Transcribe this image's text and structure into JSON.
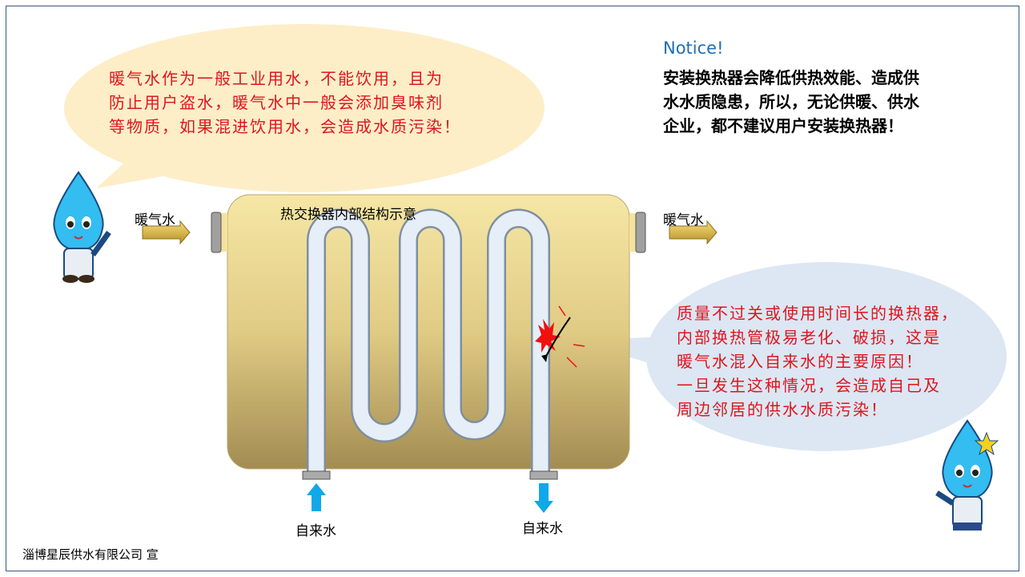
{
  "notice": {
    "title": "Notice!",
    "lines": [
      "安装换热器会降低供热效能、造成供",
      "水水质隐患，所以，无论供暖、供水",
      "企业，都不建议用户安装换热器！"
    ]
  },
  "left_bubble": {
    "lines": [
      "暖气水作为一般工业用水，不能饮用，且为",
      "防止用户盗水，暖气水中一般会添加臭味剂",
      "等物质，如果混进饮用水，会造成水质污染！"
    ]
  },
  "right_bubble": {
    "lines": [
      "质量不过关或使用时间长的换热器，",
      "内部换热管极易老化、破损，这是",
      "暖气水混入自来水的主要原因！",
      "一旦发生这种情况，会造成自己及",
      "周边邻居的供水水质污染！"
    ]
  },
  "diagram": {
    "title": "热交换器内部结构示意",
    "inlet_label": "暖气水",
    "outlet_label": "暖气水",
    "tap_in_label": "自来水",
    "tap_out_label": "自来水"
  },
  "footer": {
    "credit": "淄博星辰供水有限公司 宣"
  },
  "colors": {
    "notice_title": "#1f6fb5",
    "warning_text": "#e0141e",
    "left_bubble": "#fdeec8",
    "right_bubble": "#dce7f3"
  }
}
